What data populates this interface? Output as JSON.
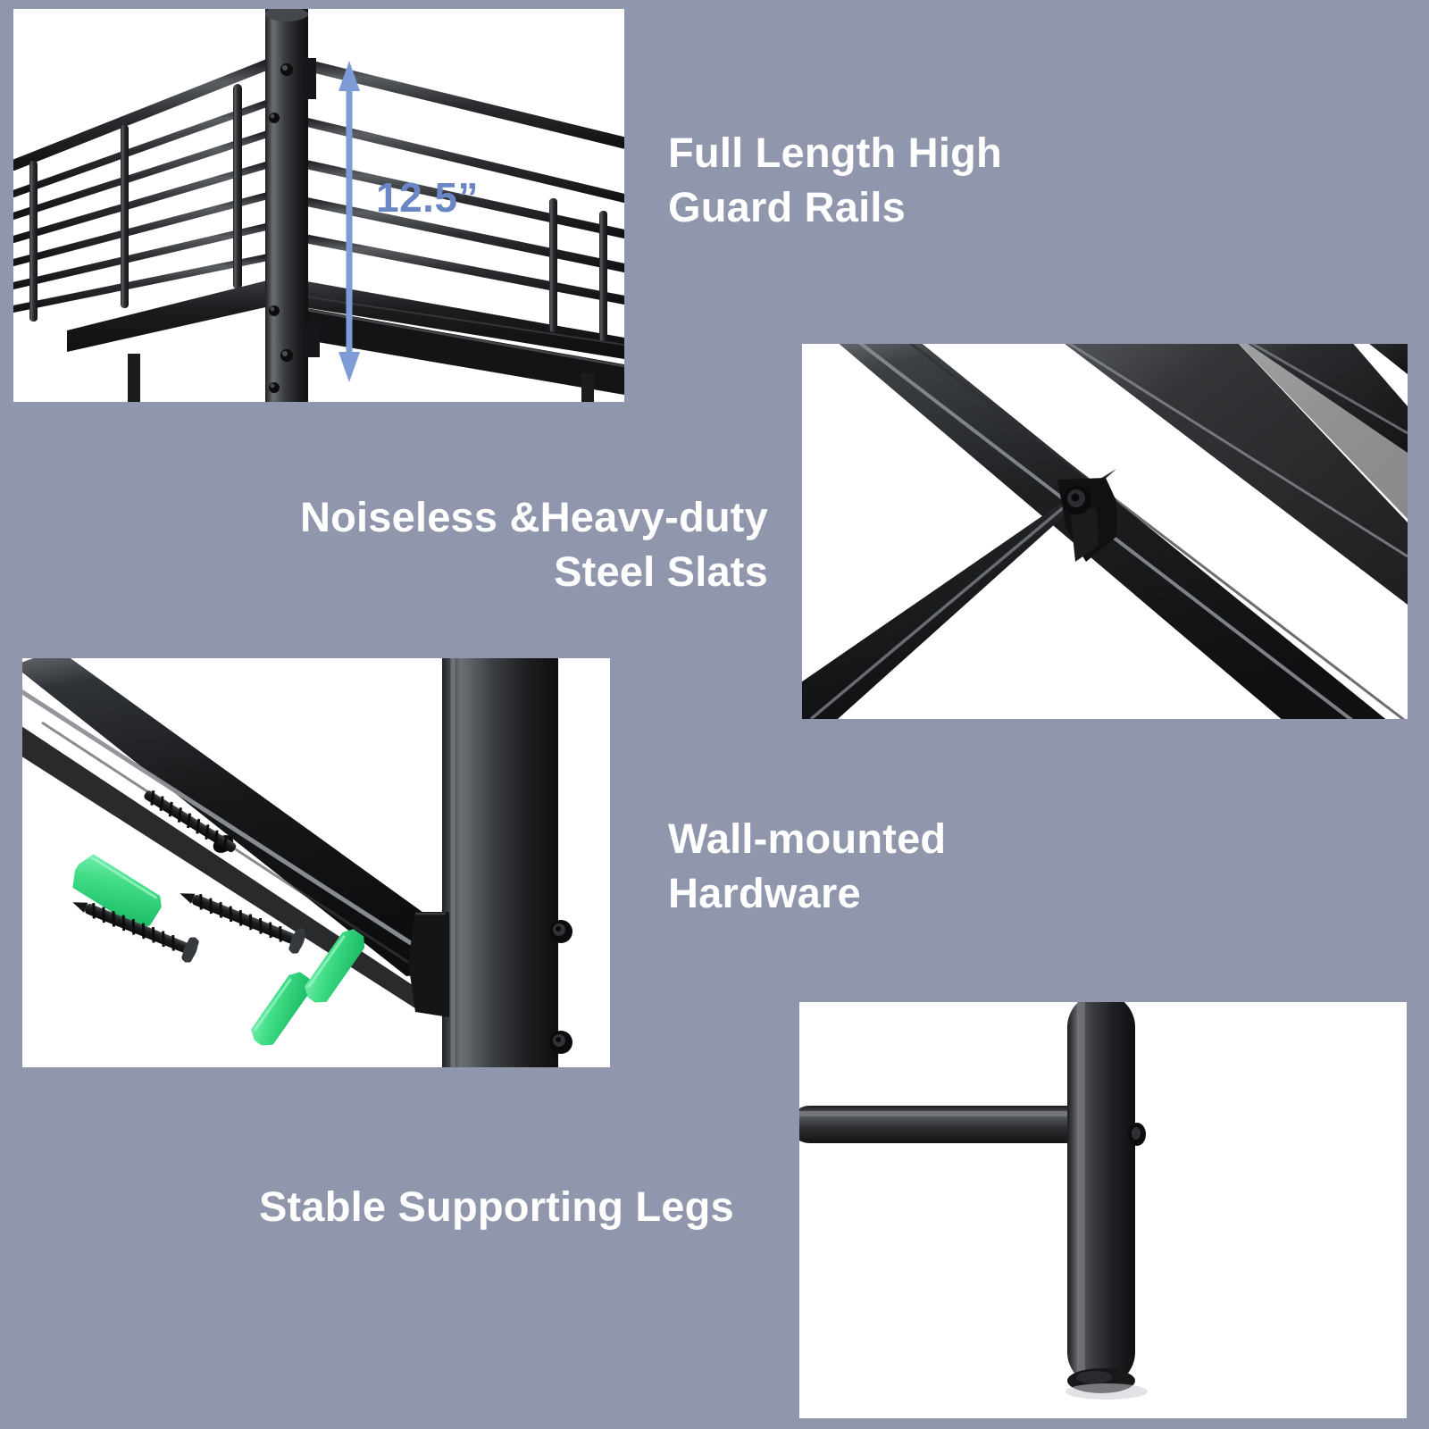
{
  "page": {
    "background_color": "#9096ac",
    "panel_background": "#ffffff",
    "caption_color": "#ffffff"
  },
  "features": [
    {
      "id": "guard-rails",
      "caption": "Full Length High\nGuard Rails",
      "caption_lines": [
        "Full Length High",
        "Guard Rails"
      ],
      "image_alt": "bunk bed upper guard rail corner with vertical post",
      "annotation": {
        "label": "12.5”",
        "color": "#6b86c4",
        "arrow_color": "#7f9bd6",
        "arrow_type": "double-headed-vertical"
      }
    },
    {
      "id": "steel-slats",
      "caption": "Noiseless &Heavy-duty\nSteel Slats",
      "caption_lines": [
        "Noiseless &Heavy-duty",
        "Steel Slats"
      ],
      "image_alt": "diagonal steel slats bolted to side rail bracket"
    },
    {
      "id": "wall-mounted-hardware",
      "caption": "Wall-mounted\nHardware",
      "caption_lines": [
        "Wall-mounted",
        "Hardware"
      ],
      "image_alt": "screw and green wall anchor inserted through bed rail, plus loose screws and anchors",
      "hardware": {
        "anchor_color": "#41dd87",
        "screw_color": "#1d1e20",
        "loose_screw_count": 2,
        "loose_anchor_count": 2
      }
    },
    {
      "id": "stable-supporting-legs",
      "caption": "Stable Supporting Legs",
      "caption_lines": [
        "Stable Supporting Legs"
      ],
      "image_alt": "round metal support leg with horizontal cross bar and rounded foot"
    }
  ]
}
